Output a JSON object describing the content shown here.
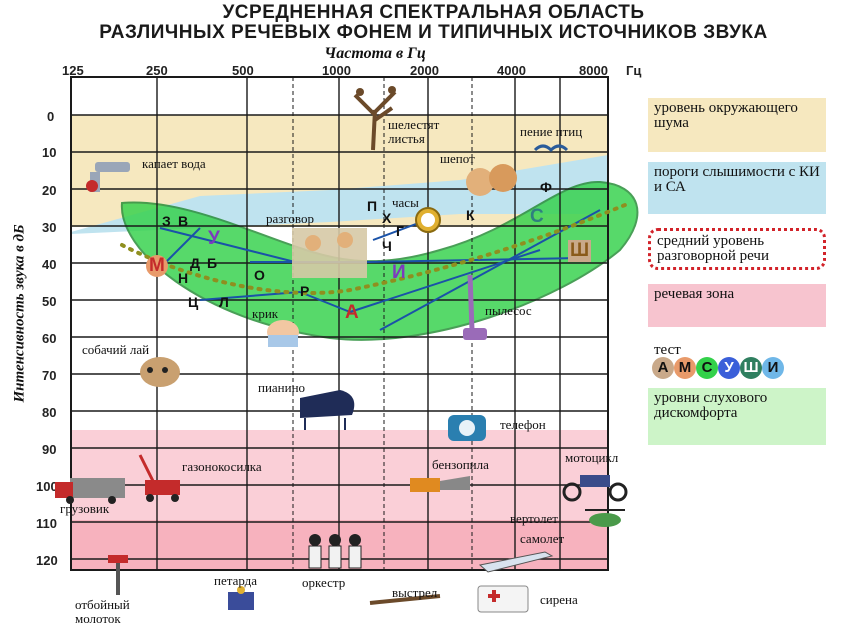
{
  "title_line1": "УСРЕДНЕННАЯ СПЕКТРАЛЬНАЯ ОБЛАСТЬ",
  "title_line2": "РАЗЛИЧНЫХ РЕЧЕВЫХ ФОНЕМ И ТИПИЧНЫХ ИСТОЧНИКОВ ЗВУКА",
  "x_axis": {
    "label": "Частота в Гц",
    "unit": "Гц",
    "ticks": [
      "125",
      "250",
      "500",
      "1000",
      "2000",
      "4000",
      "8000"
    ]
  },
  "y_axis": {
    "label": "Интенсивность звука в дБ",
    "ticks": [
      "0",
      "10",
      "20",
      "30",
      "40",
      "50",
      "60",
      "70",
      "80",
      "90",
      "100",
      "110",
      "120"
    ]
  },
  "sources": {
    "leaves": "шелестят листья",
    "birds": "пение птиц",
    "tap": "капает вода",
    "whisper": "шепот",
    "clock": "часы",
    "talk": "разговор",
    "shout": "крик",
    "vacuum": "пылесос",
    "dog": "собачий лай",
    "piano": "пианино",
    "phone": "телефон",
    "mower": "газонокосилка",
    "chainsaw": "бензопила",
    "moto": "мотоцикл",
    "truck": "грузовик",
    "heli": "вертолет",
    "plane": "самолет",
    "hammer": "отбойный молоток",
    "firecracker": "петарда",
    "orchestra": "оркестр",
    "shot": "выстрел",
    "siren": "сирена"
  },
  "phonemes": {
    "z": "З",
    "v": "В",
    "u": "У",
    "m": "М",
    "d": "Д",
    "b": "Б",
    "n": "Н",
    "o": "О",
    "r": "Р",
    "ts": "Ц",
    "l": "Л",
    "a": "А",
    "i": "И",
    "p": "П",
    "kh": "Х",
    "g": "Г",
    "ch": "Ч",
    "k": "К",
    "s": "С",
    "f": "Ф",
    "sh": "Ш"
  },
  "legend": {
    "noise": "уровень окружающего шума",
    "thresholds": "пороги слышимости с КИ и СА",
    "speech": "средний уровень разговорной речи",
    "zone": "речевая зона",
    "test": "тест",
    "discomfort": "уровни слухового дискомфорта",
    "test_letters": [
      "А",
      "М",
      "С",
      "У",
      "Ш",
      "И"
    ]
  },
  "colors": {
    "noise": "#f6e8bf",
    "threshold": "#bfe3ef",
    "speech_zone": "#33d14a",
    "speech_line": "#8f8f1f",
    "discomfort": "#f7b8c3",
    "grid": "#1a1a1a"
  }
}
